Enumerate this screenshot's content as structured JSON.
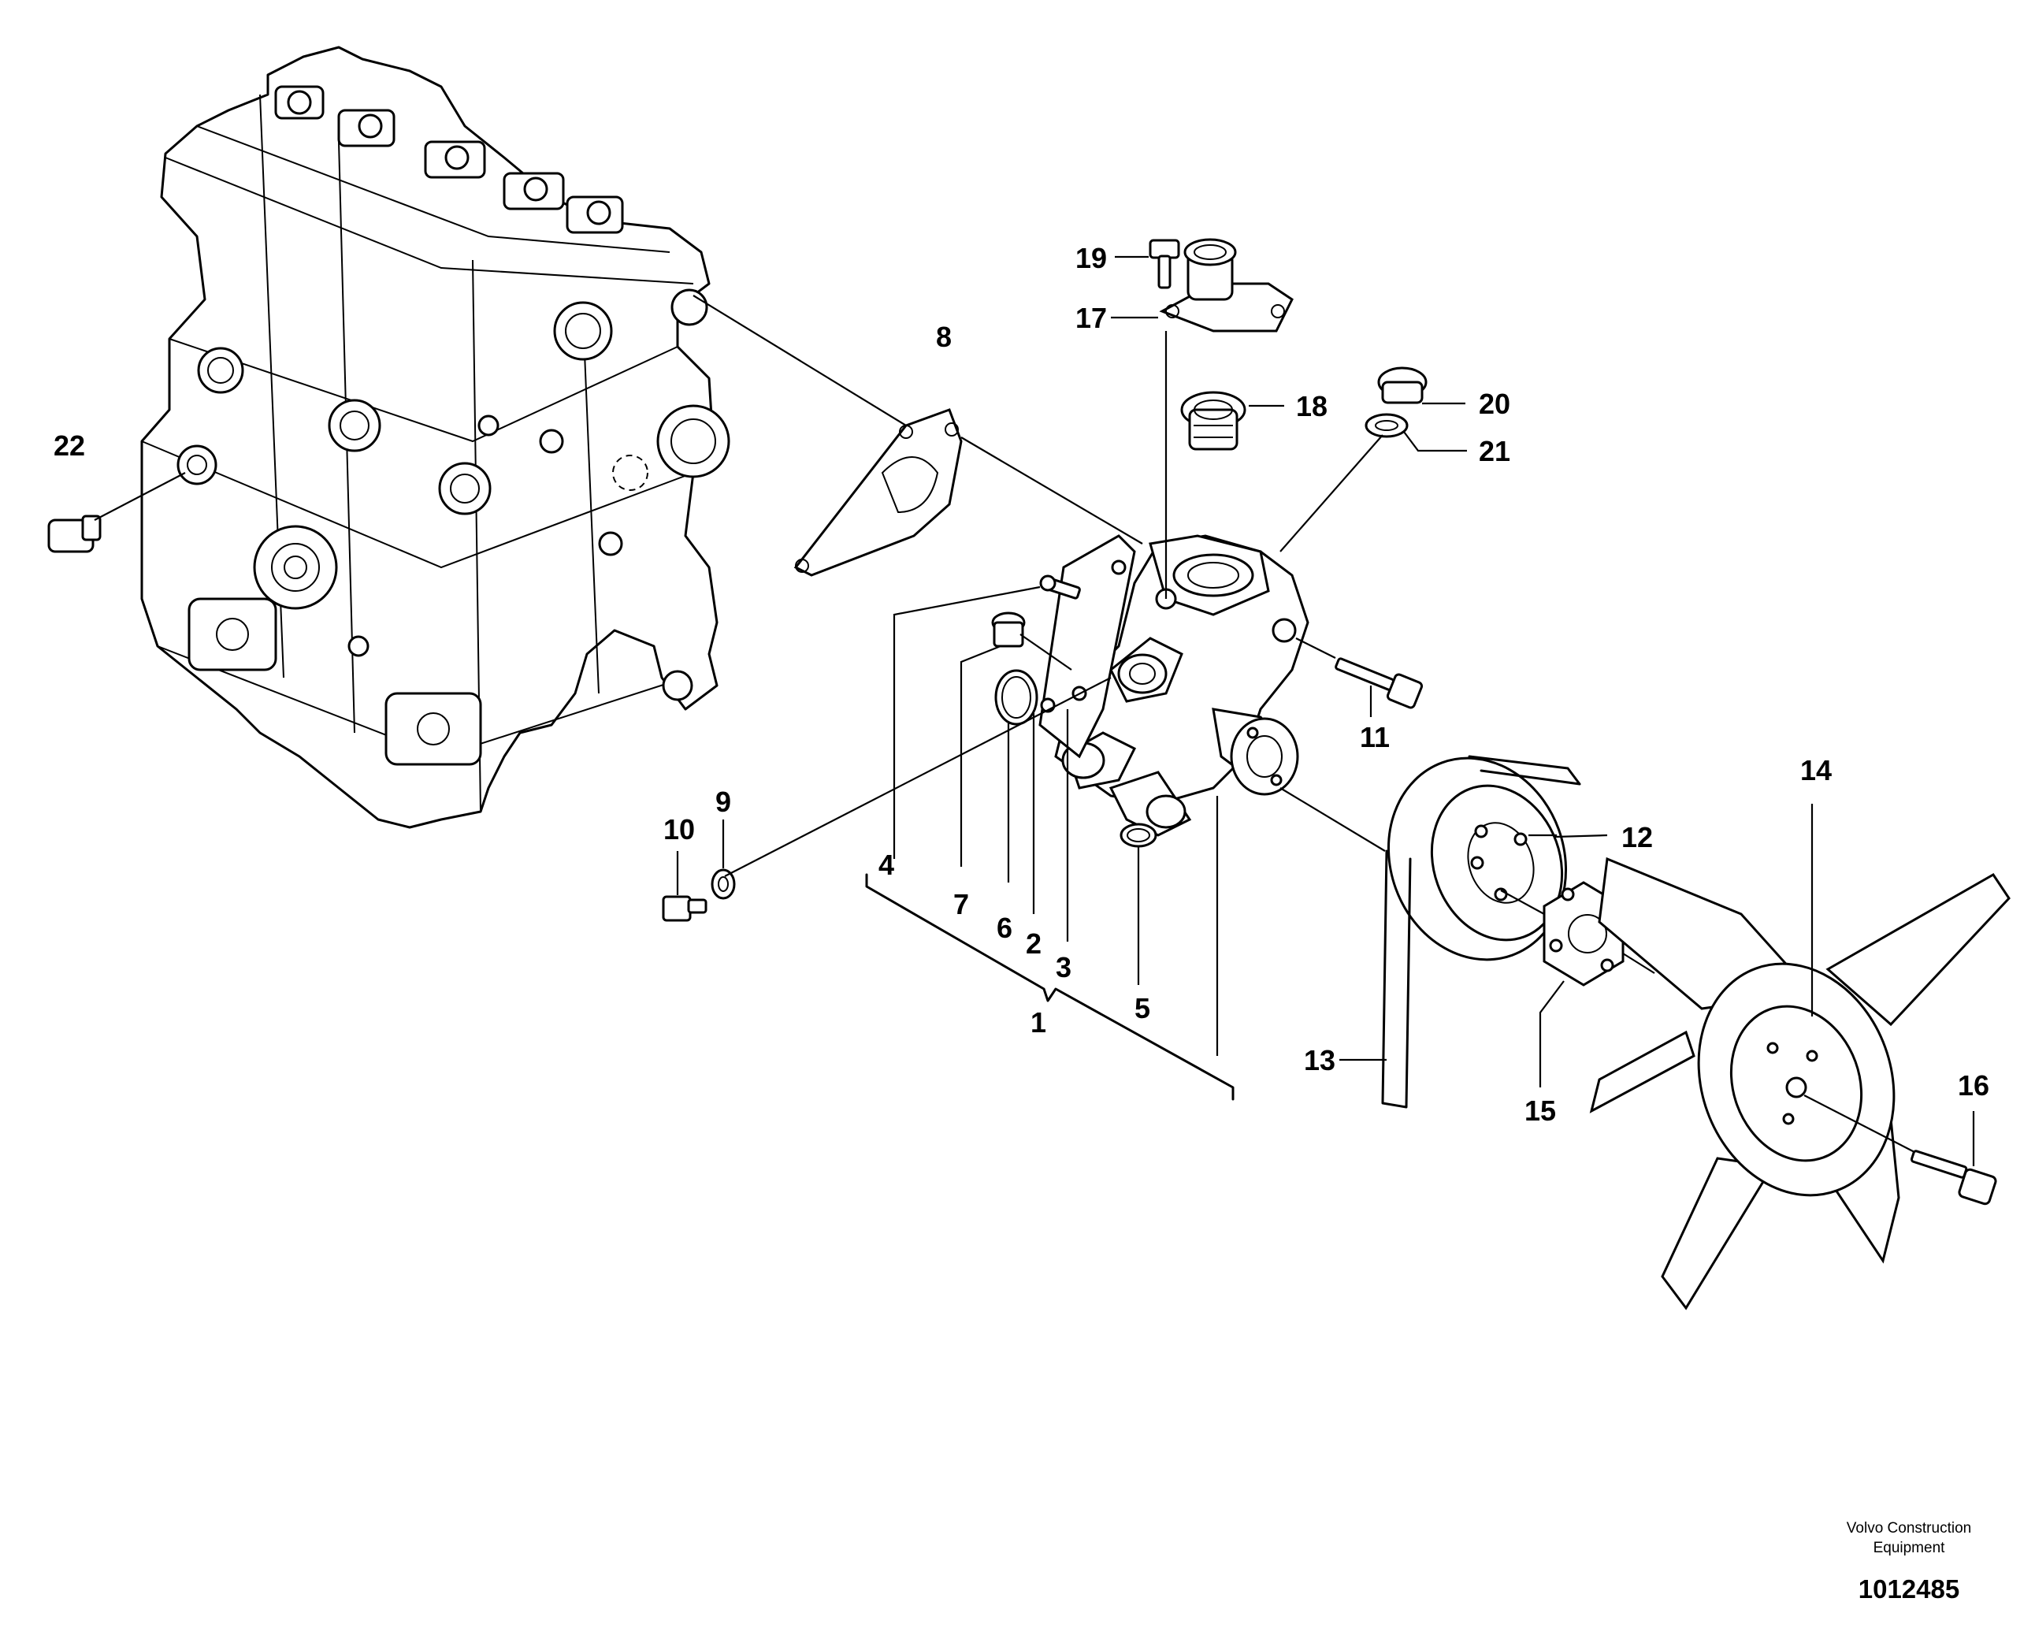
{
  "callouts": [
    "1",
    "2",
    "3",
    "4",
    "5",
    "6",
    "7",
    "8",
    "9",
    "10",
    "11",
    "12",
    "13",
    "14",
    "15",
    "16",
    "17",
    "18",
    "19",
    "20",
    "21",
    "22"
  ],
  "footer": {
    "brand_line1": "Volvo Construction",
    "brand_line2": "Equipment",
    "doc_number": "1012485"
  }
}
